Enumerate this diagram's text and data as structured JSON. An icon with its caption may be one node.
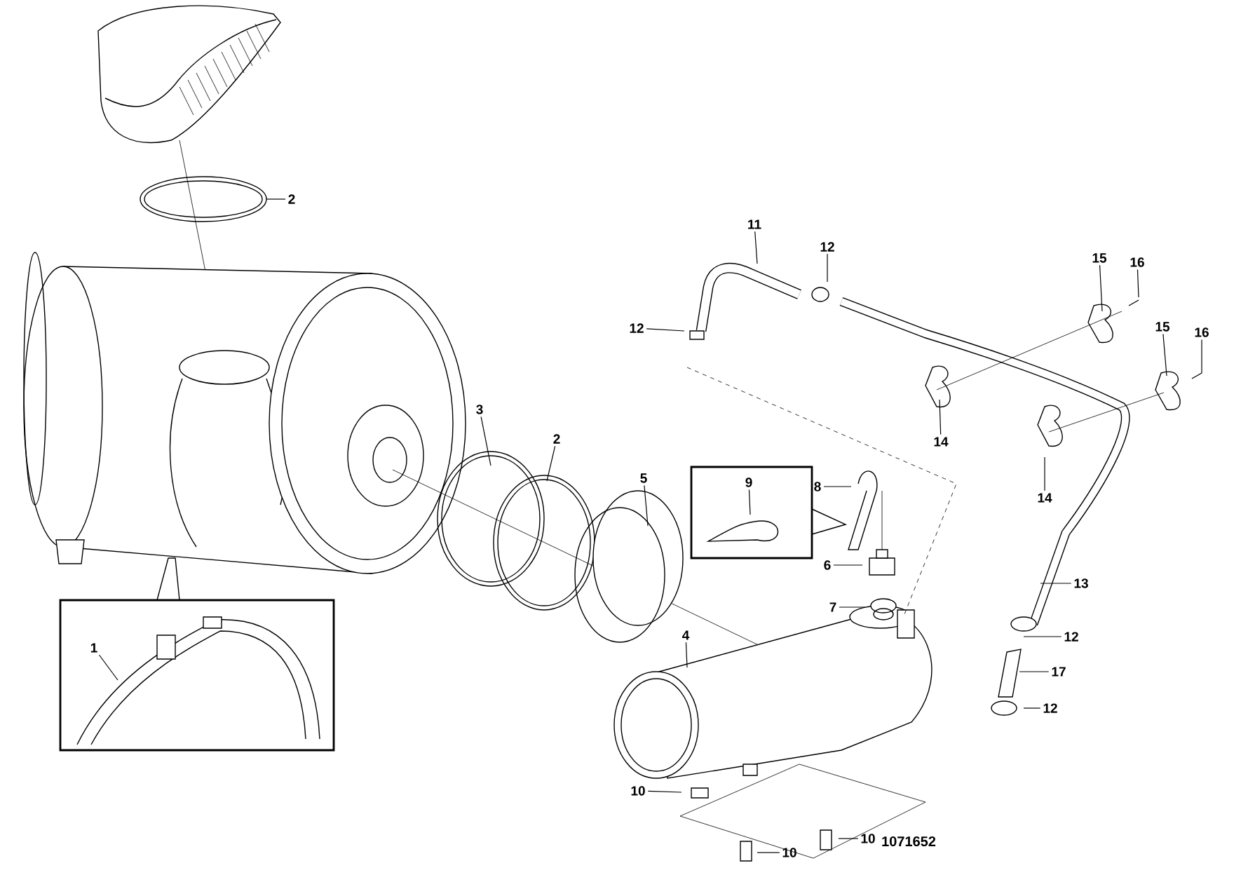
{
  "diagram": {
    "nodes": [
      {
        "text": [
          "2"
        ]
      },
      {
        "text": [
          "11"
        ]
      },
      {
        "text": [
          "12"
        ]
      },
      {
        "text": [
          "15"
        ]
      },
      {
        "text": [
          "16"
        ]
      },
      {
        "text": [
          "12"
        ]
      },
      {
        "text": [
          "15"
        ]
      },
      {
        "text": [
          "16"
        ]
      },
      {
        "text": [
          "3"
        ]
      },
      {
        "text": [
          "2"
        ]
      },
      {
        "text": [
          "14"
        ]
      },
      {
        "text": [
          "5"
        ]
      },
      {
        "text": [],
        "shape": "box"
      },
      {
        "text": [
          "9"
        ],
        "in": 12
      },
      {
        "text": [
          "8"
        ]
      },
      {
        "text": [
          "14"
        ]
      },
      {
        "text": [
          "6"
        ]
      },
      {
        "text": [
          "13"
        ]
      },
      {
        "text": [],
        "shape": "box"
      },
      {
        "text": [
          "1"
        ],
        "in": 18
      },
      {
        "text": [
          "7"
        ]
      },
      {
        "text": [
          "4"
        ]
      },
      {
        "text": [
          "12"
        ]
      },
      {
        "text": [
          "17"
        ]
      },
      {
        "text": [
          "12"
        ]
      },
      {
        "text": [
          "10"
        ]
      },
      {
        "text": [
          "10"
        ]
      },
      {
        "text": [
          "10"
        ]
      }
    ],
    "edges": [
      {
        "from": 0,
        "to": null,
        "arrow": "none"
      },
      {
        "from": 1,
        "to": null,
        "arrow": "none"
      },
      {
        "from": 2,
        "to": null,
        "arrow": "none"
      },
      {
        "from": 3,
        "to": null,
        "arrow": "none"
      },
      {
        "from": 4,
        "to": null,
        "arrow": "none"
      },
      {
        "from": 5,
        "to": null,
        "arrow": "none"
      },
      {
        "from": 6,
        "to": null,
        "arrow": "none"
      },
      {
        "from": 7,
        "to": null,
        "arrow": "none"
      },
      {
        "from": 8,
        "to": null,
        "arrow": "none"
      },
      {
        "from": 9,
        "to": null,
        "arrow": "none"
      },
      {
        "from": 10,
        "to": null,
        "arrow": "none"
      },
      {
        "from": 11,
        "to": null,
        "arrow": "none"
      },
      {
        "from": 13,
        "to": null,
        "arrow": "none"
      },
      {
        "from": 14,
        "to": null,
        "arrow": "none"
      },
      {
        "from": 15,
        "to": null,
        "arrow": "none"
      },
      {
        "from": 16,
        "to": null,
        "arrow": "none"
      },
      {
        "from": 17,
        "to": null,
        "arrow": "none"
      },
      {
        "from": 19,
        "to": null,
        "arrow": "none"
      },
      {
        "from": 20,
        "to": null,
        "arrow": "none"
      },
      {
        "from": 21,
        "to": null,
        "arrow": "none"
      },
      {
        "from": 22,
        "to": null,
        "arrow": "none"
      },
      {
        "from": 23,
        "to": null,
        "arrow": "none"
      },
      {
        "from": 24,
        "to": null,
        "arrow": "none"
      },
      {
        "from": 25,
        "to": null,
        "arrow": "none"
      },
      {
        "from": 26,
        "to": null,
        "arrow": "none"
      },
      {
        "from": 27,
        "to": null,
        "arrow": "none"
      }
    ],
    "labels": [
      "1071652"
    ]
  }
}
